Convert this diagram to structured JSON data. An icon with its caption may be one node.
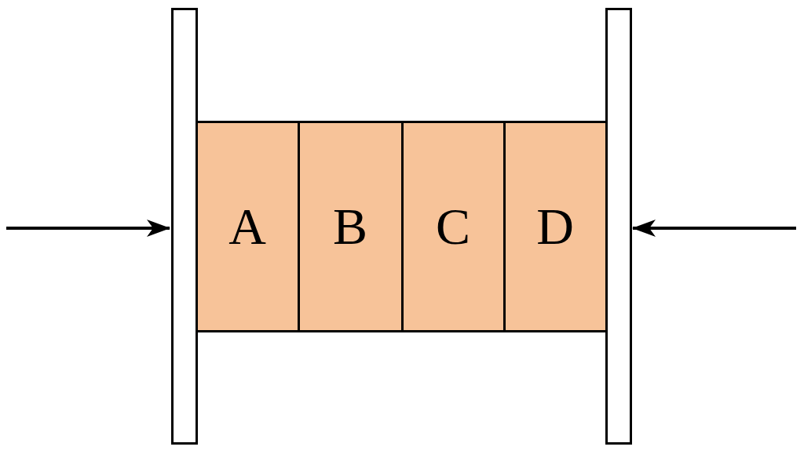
{
  "diagram": {
    "nodes": [
      {
        "text": [],
        "shape": "bar"
      },
      {
        "text": [
          "A"
        ]
      },
      {
        "text": [
          "B"
        ]
      },
      {
        "text": [
          "C"
        ]
      },
      {
        "text": [
          "D"
        ]
      },
      {
        "text": [],
        "shape": "bar"
      }
    ],
    "edges": [
      {
        "from": null,
        "to": 0,
        "arrow": "to"
      },
      {
        "from": null,
        "to": 5,
        "arrow": "to"
      }
    ]
  }
}
